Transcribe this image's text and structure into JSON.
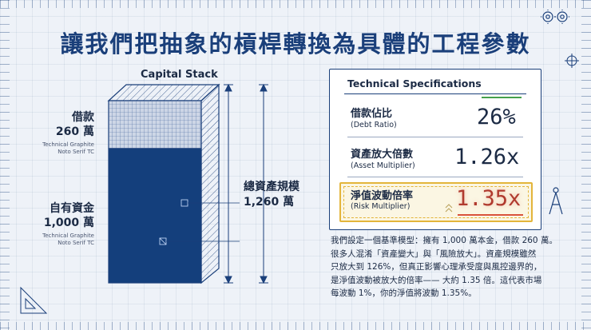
{
  "title": "讓我們把抽象的槓桿轉換為具體的工程參數",
  "stack": {
    "title": "Capital Stack",
    "debt_label": "借款",
    "debt_value": "260 萬",
    "debt_font_note_1": "Technical Graphite",
    "debt_font_note_2": "Noto Serif TC",
    "equity_label": "自有資金",
    "equity_value": "1,000 萬",
    "equity_font_note_1": "Technical Graphite",
    "equity_font_note_2": "Noto Serif TC",
    "total_label": "總資產規模",
    "total_value": "1,260 萬",
    "colors": {
      "equity": "#143f7c",
      "debt": "#cdd6e6",
      "outline": "#1a3f7a"
    }
  },
  "specs": {
    "heading": "Technical Specifications",
    "rows": [
      {
        "label_zh": "借款佔比",
        "label_en": "(Debt Ratio)",
        "value": "26%",
        "accent": "#45a04b"
      },
      {
        "label_zh": "資產放大倍數",
        "label_en": "(Asset Multiplier)",
        "value": "1.26x",
        "accent": ""
      },
      {
        "label_zh": "淨值波動倍率",
        "label_en": "(Risk Multiplier)",
        "value": "1.35x",
        "accent": "#d9533c"
      }
    ],
    "highlight_color": "#e3b53b"
  },
  "paragraph": [
    "我們設定一個基準模型：擁有 1,000 萬本金，借款 260 萬。",
    "很多人混淆「資產變大」與「風險放大」。資產規模雖然",
    "只放大到 126%，但真正影響心理承受度與風控邊界的，",
    "是淨值波動被放大的倍率—— 大約 1.35 倍。這代表市場",
    "每波動 1%，你的淨值將波動 1.35%。"
  ],
  "icons": [
    "gear-icon",
    "compass-icon",
    "crosshair-icon",
    "triangle-icon"
  ]
}
